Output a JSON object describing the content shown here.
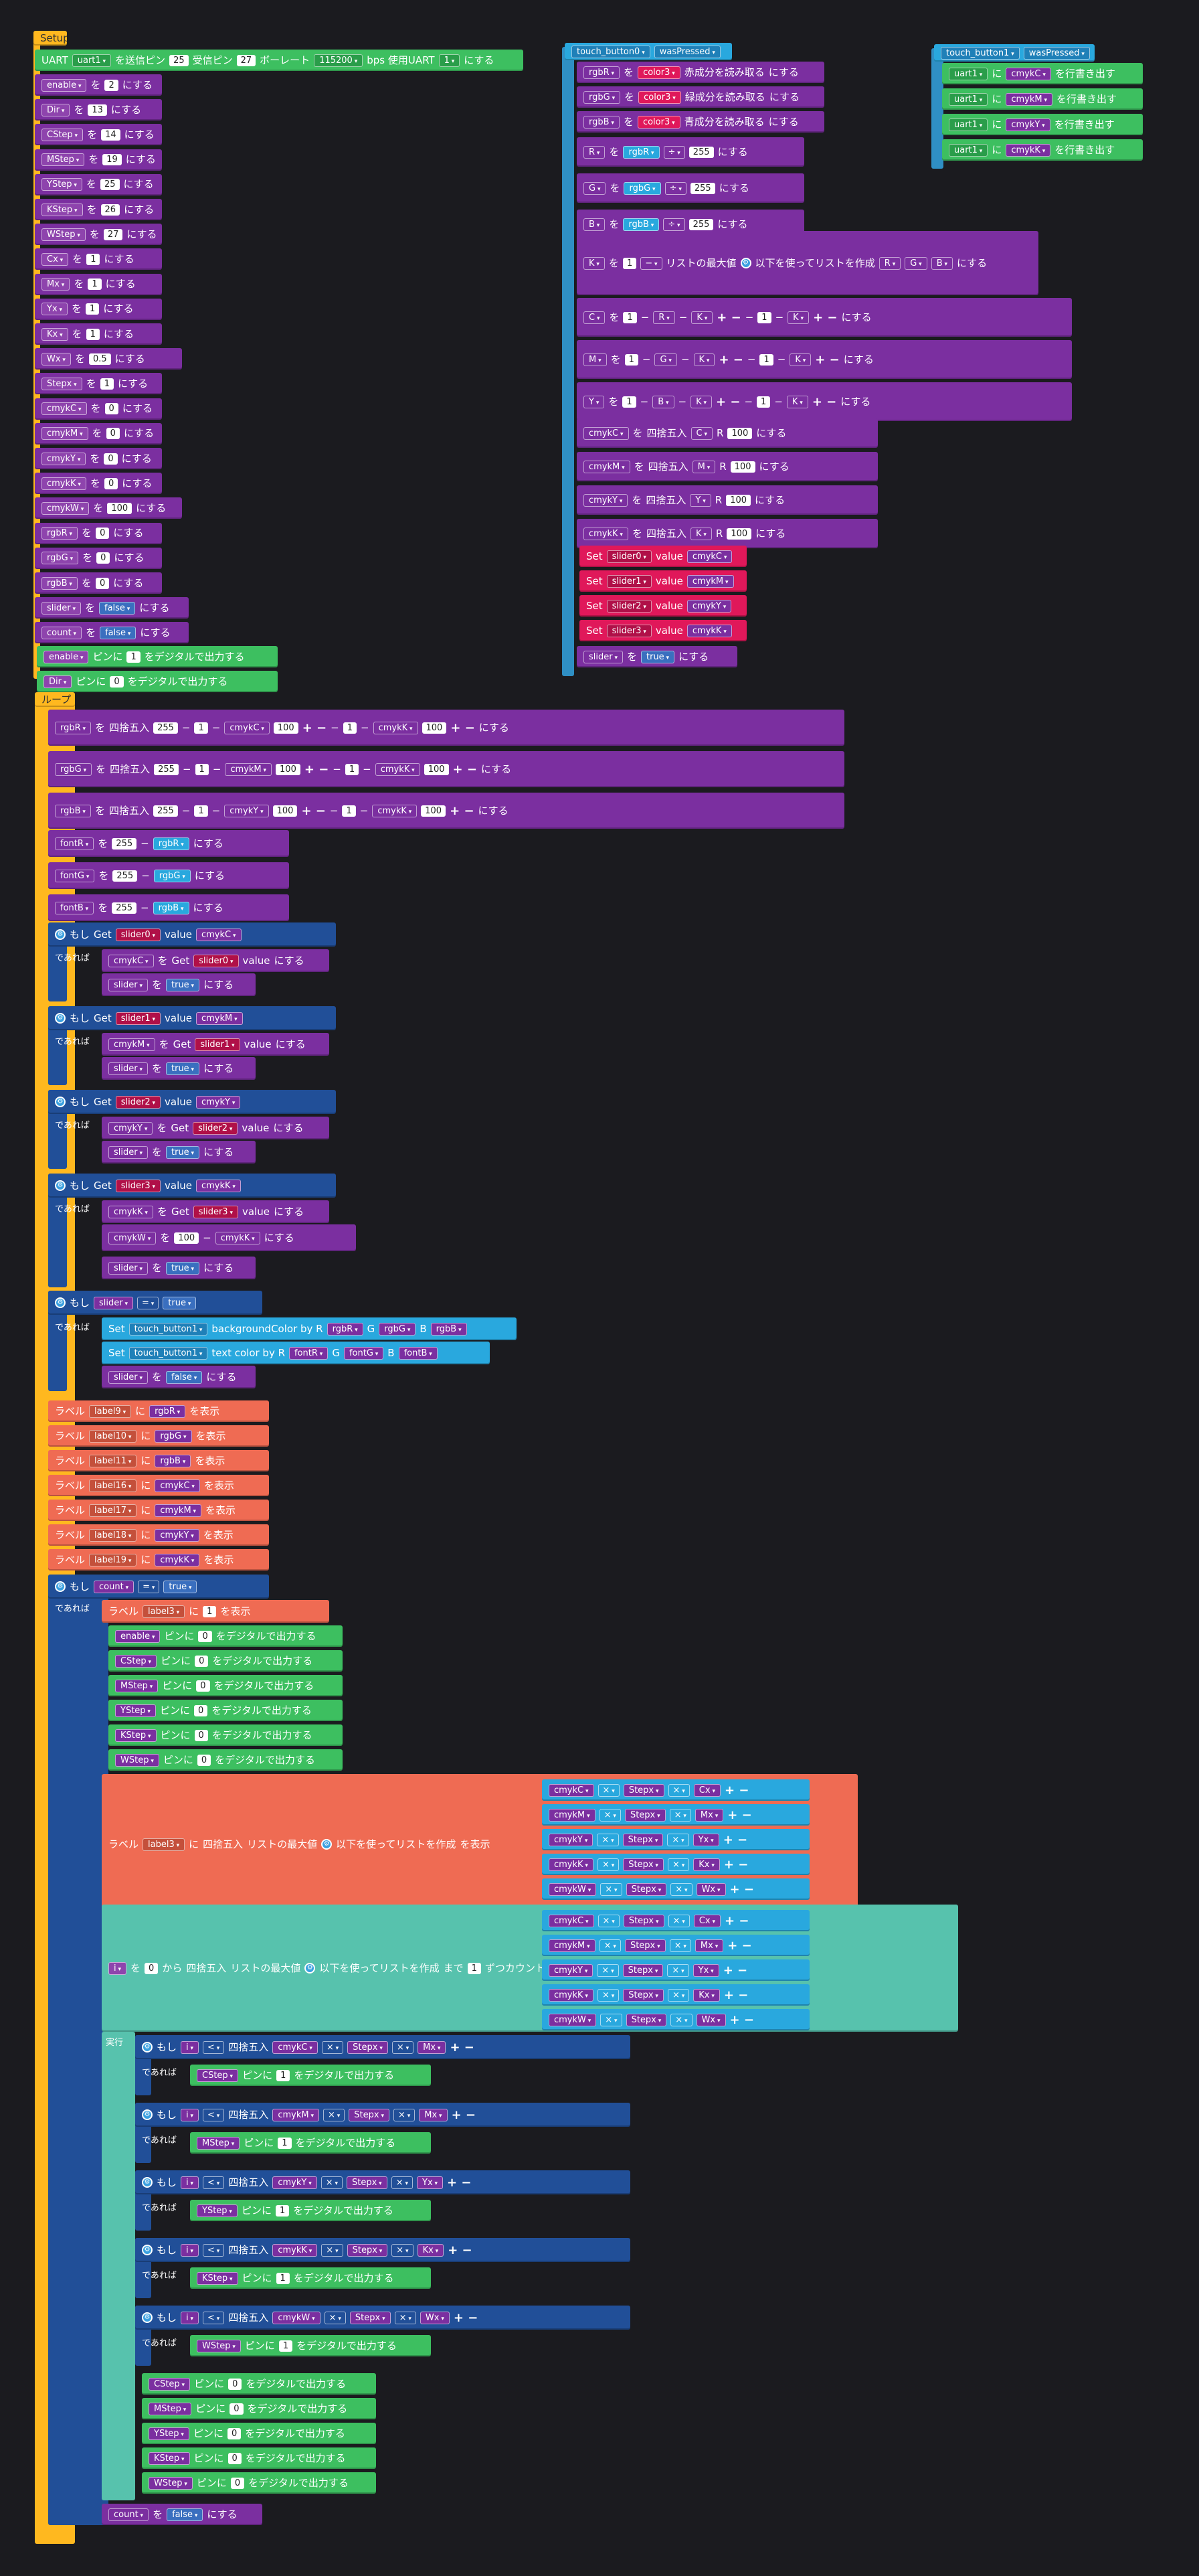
{
  "colors": {
    "workspace": "#1b1b1f",
    "event": "#ffb81f",
    "uart": "#3dbf60",
    "var": "#7b2fa0",
    "math": "#29a8de",
    "slider": "#e0185a",
    "if": "#214f98",
    "label": "#ef6b53",
    "list": "#4dc8bc",
    "loop": "#57c2ad"
  },
  "icons": {
    "gear": "gear-icon",
    "dropdown": "chevron-down-icon"
  },
  "words": {
    "wo": "を",
    "ni": "にする",
    "ni2": "に",
    "pin": "ピンに",
    "digital": "をデジタルで出力する",
    "show": "を表示",
    "set": "Set",
    "value": "value",
    "get": "Get",
    "label": "ラベル",
    "if": "もし",
    "then": "であれば",
    "do": "実行",
    "from": "から",
    "to": "まで",
    "count": "ずつカウントする",
    "round": "四捨五入",
    "listmax": "リストの最大値",
    "mklist": "以下を使ってリストを作成",
    "write": "を行書き出す",
    "tru": "true",
    "fals": "false",
    "plus": "+",
    "minus": "−"
  },
  "setup": {
    "header": "Setup",
    "uart": {
      "uart_kw": "UART",
      "uart": "uart1",
      "tx_label": "を送信ピン",
      "tx": "25",
      "rx_label": "受信ピン",
      "rx": "27",
      "baud_label": "ボーレート",
      "baud": "115200",
      "bps": "bps 使用UART",
      "unit": "1",
      "tail": "にする"
    },
    "vars": [
      {
        "name": "enable",
        "value": "2"
      },
      {
        "name": "Dir",
        "value": "13"
      },
      {
        "name": "CStep",
        "value": "14"
      },
      {
        "name": "MStep",
        "value": "19"
      },
      {
        "name": "YStep",
        "value": "25"
      },
      {
        "name": "KStep",
        "value": "26"
      },
      {
        "name": "WStep",
        "value": "27"
      },
      {
        "name": "Cx",
        "value": "1"
      },
      {
        "name": "Mx",
        "value": "1"
      },
      {
        "name": "Yx",
        "value": "1"
      },
      {
        "name": "Kx",
        "value": "1"
      },
      {
        "name": "Wx",
        "value": "0.5"
      },
      {
        "name": "Stepx",
        "value": "1"
      },
      {
        "name": "cmykC",
        "value": "0"
      },
      {
        "name": "cmykM",
        "value": "0"
      },
      {
        "name": "cmykY",
        "value": "0"
      },
      {
        "name": "cmykK",
        "value": "0"
      },
      {
        "name": "cmykW",
        "value": "100"
      },
      {
        "name": "rgbR",
        "value": "0"
      },
      {
        "name": "rgbG",
        "value": "0"
      },
      {
        "name": "rgbB",
        "value": "0"
      },
      {
        "name": "slider",
        "value": "false"
      },
      {
        "name": "count",
        "value": "false"
      }
    ],
    "digital": [
      {
        "pin": "enable",
        "value": "1"
      },
      {
        "pin": "Dir",
        "value": "0"
      }
    ]
  },
  "touch0": {
    "button": "touch_button0",
    "event": "wasPressed",
    "reads": [
      {
        "var": "rgbR",
        "color": "color3",
        "label": "赤成分を読み取る"
      },
      {
        "var": "rgbG",
        "color": "color3",
        "label": "緑成分を読み取る"
      },
      {
        "var": "rgbB",
        "color": "color3",
        "label": "青成分を読み取る"
      }
    ],
    "norms": [
      {
        "var": "R",
        "src": "rgbR",
        "op": "÷",
        "den": "255"
      },
      {
        "var": "G",
        "src": "rgbG",
        "op": "÷",
        "den": "255"
      },
      {
        "var": "B",
        "src": "rgbB",
        "op": "÷",
        "den": "255"
      }
    ],
    "kline": {
      "var": "K",
      "one": "1",
      "op": "−",
      "list": [
        "R",
        "G",
        "B"
      ]
    },
    "cmy": [
      {
        "var": "C",
        "a": "R"
      },
      {
        "var": "M",
        "a": "G"
      },
      {
        "var": "Y",
        "a": "B"
      }
    ],
    "pct": [
      {
        "var": "cmykC",
        "a": "C",
        "b": "100"
      },
      {
        "var": "cmykM",
        "a": "M",
        "b": "100"
      },
      {
        "var": "cmykY",
        "a": "Y",
        "b": "100"
      },
      {
        "var": "cmykK",
        "a": "K",
        "b": "100"
      }
    ],
    "sliders": [
      {
        "s": "slider0",
        "v": "cmykC"
      },
      {
        "s": "slider1",
        "v": "cmykM"
      },
      {
        "s": "slider2",
        "v": "cmykY"
      },
      {
        "s": "slider3",
        "v": "cmykK"
      }
    ],
    "slider_set": {
      "var": "slider",
      "value": "true"
    }
  },
  "touch1": {
    "button": "touch_button1",
    "event": "wasPressed",
    "writes": [
      {
        "u": "uart1",
        "v": "cmykC"
      },
      {
        "u": "uart1",
        "v": "cmykM"
      },
      {
        "u": "uart1",
        "v": "cmykY"
      },
      {
        "u": "uart1",
        "v": "cmykK"
      }
    ]
  },
  "loop": {
    "header": "ループ",
    "rgb": [
      {
        "var": "rgbR",
        "v": "cmykC"
      },
      {
        "var": "rgbG",
        "v": "cmykM"
      },
      {
        "var": "rgbB",
        "v": "cmykY"
      }
    ],
    "rgb_k": "cmykK",
    "num255": "255",
    "num1": "1",
    "num100": "100",
    "font": [
      {
        "var": "fontR",
        "v": "rgbR"
      },
      {
        "var": "fontG",
        "v": "rgbG"
      },
      {
        "var": "fontB",
        "v": "rgbB"
      }
    ],
    "ifs": [
      {
        "s": "slider0",
        "v": "cmykC"
      },
      {
        "s": "slider1",
        "v": "cmykM"
      },
      {
        "s": "slider2",
        "v": "cmykY"
      },
      {
        "s": "slider3",
        "v": "cmykK"
      }
    ],
    "cmykW": {
      "var": "cmykW",
      "num": "100",
      "v": "cmykK"
    },
    "slider_if": {
      "var": "slider",
      "op": "=",
      "val": "true",
      "btn": "touch_button1",
      "bg": "backgroundColor by R",
      "text": "text color by R",
      "r": "rgbR",
      "g": "rgbG",
      "b": "rgbB",
      "fr": "fontR",
      "fg": "fontG",
      "fb": "fontB",
      "G": "G",
      "B": "B"
    },
    "labels": [
      {
        "l": "label9",
        "v": "rgbR"
      },
      {
        "l": "label10",
        "v": "rgbG"
      },
      {
        "l": "label11",
        "v": "rgbB"
      },
      {
        "l": "label16",
        "v": "cmykC"
      },
      {
        "l": "label17",
        "v": "cmykM"
      },
      {
        "l": "label18",
        "v": "cmykY"
      },
      {
        "l": "label19",
        "v": "cmykK"
      }
    ],
    "count_if": {
      "var": "count",
      "op": "=",
      "val": "true",
      "label": "label3"
    },
    "zero_pins": [
      {
        "p": "enable",
        "v": "0"
      },
      {
        "p": "CStep",
        "v": "0"
      },
      {
        "p": "MStep",
        "v": "0"
      },
      {
        "p": "YStep",
        "v": "0"
      },
      {
        "p": "KStep",
        "v": "0"
      },
      {
        "p": "WStep",
        "v": "0"
      }
    ],
    "list_rows": [
      {
        "a": "cmykC",
        "m": "×",
        "b": "Stepx",
        "c": "Cx"
      },
      {
        "a": "cmykM",
        "m": "×",
        "b": "Stepx",
        "c": "Mx"
      },
      {
        "a": "cmykY",
        "m": "×",
        "b": "Stepx",
        "c": "Yx"
      },
      {
        "a": "cmykK",
        "m": "×",
        "b": "Stepx",
        "c": "Kx"
      },
      {
        "a": "cmykW",
        "m": "×",
        "b": "Stepx",
        "c": "Wx"
      }
    ],
    "for": {
      "var": "i",
      "from": "0",
      "step": "1"
    },
    "step_ifs": [
      {
        "i": "i",
        "op": "<",
        "a": "cmykC",
        "b": "Stepx",
        "c": "Mx",
        "pin": "CStep"
      },
      {
        "i": "i",
        "op": "<",
        "a": "cmykM",
        "b": "Stepx",
        "c": "Mx",
        "pin": "MStep"
      },
      {
        "i": "i",
        "op": "<",
        "a": "cmykY",
        "b": "Stepx",
        "c": "Yx",
        "pin": "YStep"
      },
      {
        "i": "i",
        "op": "<",
        "a": "cmykK",
        "b": "Stepx",
        "c": "Kx",
        "pin": "KStep"
      },
      {
        "i": "i",
        "op": "<",
        "a": "cmykW",
        "b": "Stepx",
        "c": "Wx",
        "pin": "WStep"
      }
    ],
    "end_pins": [
      {
        "p": "CStep",
        "v": "0"
      },
      {
        "p": "MStep",
        "v": "0"
      },
      {
        "p": "YStep",
        "v": "0"
      },
      {
        "p": "KStep",
        "v": "0"
      },
      {
        "p": "WStep",
        "v": "0"
      }
    ],
    "count_set": {
      "var": "count",
      "value": "false"
    }
  }
}
